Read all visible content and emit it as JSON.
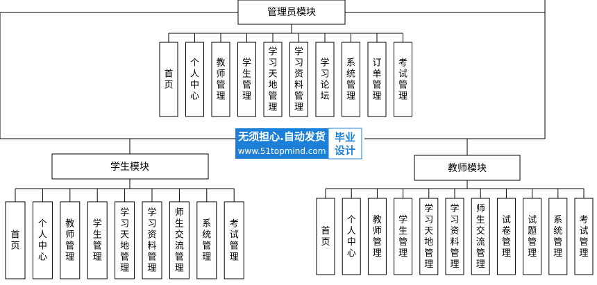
{
  "admin": {
    "title": "管理员模块",
    "children": [
      "首页",
      "个人中心",
      "教师管理",
      "学生管理",
      "学习天地管理",
      "学习资料管理",
      "学习论坛",
      "系统管理",
      "订单管理",
      "考试管理"
    ]
  },
  "student": {
    "title": "学生模块",
    "children": [
      "首页",
      "个人中心",
      "教师管理",
      "学生管理",
      "学习天地管理",
      "学习资料管理",
      "师生交流管理",
      "系统管理",
      "考试管理"
    ]
  },
  "teacher": {
    "title": "教师模块",
    "children": [
      "首页",
      "个人中心",
      "教师管理",
      "学生管理",
      "学习天地管理",
      "学习资料管理",
      "师生交流管理",
      "试卷管理",
      "试题管理",
      "系统管理",
      "考试管理"
    ]
  },
  "watermark": {
    "line1": "无须担心.自动发货",
    "line2": "www.51topmind.com",
    "badge_top": "毕业",
    "badge_bottom": "设计"
  }
}
